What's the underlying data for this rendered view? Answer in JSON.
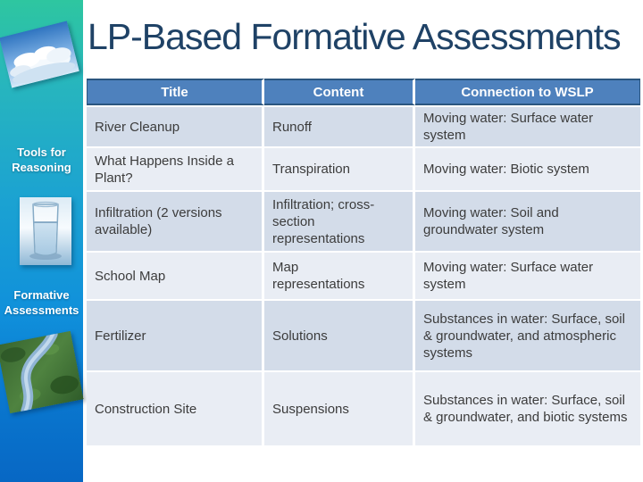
{
  "slide_title": "LP-Based Formative Assessments",
  "sidebar": {
    "tools_label": "Tools for\nReasoning",
    "formative_label": "Formative\nAssessments",
    "images": [
      "clouds-photo",
      "water-glass-photo",
      "river-aerial-photo"
    ]
  },
  "table": {
    "headers": [
      "Title",
      "Content",
      "Connection to WSLP"
    ],
    "rows": [
      {
        "cells": [
          "River Cleanup",
          "Runoff",
          "Moving water: Surface water system"
        ]
      },
      {
        "cells": [
          "What Happens Inside a Plant?",
          "Transpiration",
          "Moving water: Biotic system"
        ]
      },
      {
        "cells": [
          "Infiltration (2 versions available)",
          "Infiltration; cross-section representations",
          "Moving water: Soil and groundwater system"
        ]
      },
      {
        "cells": [
          "School Map",
          "Map representations",
          "Moving water: Surface water system"
        ]
      },
      {
        "cells": [
          "Fertilizer",
          "Solutions",
          "Substances in water: Surface, soil & groundwater, and atmospheric systems"
        ]
      },
      {
        "cells": [
          "Construction Site",
          "Suspensions",
          "Substances in water: Surface, soil & groundwater, and biotic systems"
        ]
      }
    ]
  },
  "colors": {
    "header_bg": "#4E81BD",
    "header_text": "#FFFFFF",
    "header_border": "#2B567F",
    "row_band_dark": "#D3DCE9",
    "row_band_light": "#E9EDF4",
    "row_separator": "#FFFFFF",
    "body_text": "#3C3C3C",
    "title_text": "#1F4266",
    "sidebar_gradient_top": "#2EC6A0",
    "sidebar_gradient_bottom": "#0767C4",
    "sidebar_label_text": "#FFFFFF"
  }
}
